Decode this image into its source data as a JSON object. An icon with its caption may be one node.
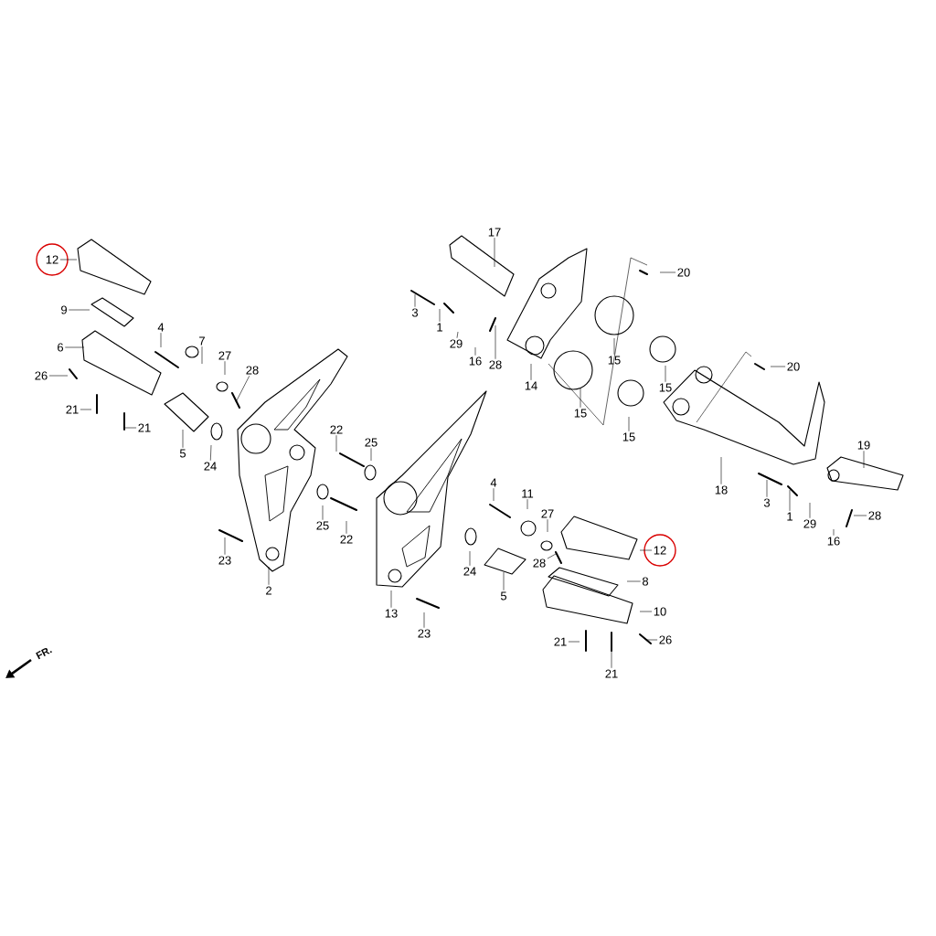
{
  "diagram": {
    "nodes": [
      {
        "text": [
          "12"
        ]
      },
      {
        "text": [
          "9"
        ]
      },
      {
        "text": [
          "6"
        ]
      },
      {
        "text": [
          "26"
        ]
      },
      {
        "text": [
          "21"
        ]
      },
      {
        "text": [
          "21"
        ]
      },
      {
        "text": [
          "4"
        ]
      },
      {
        "text": [
          "7"
        ]
      },
      {
        "text": [
          "27"
        ]
      },
      {
        "text": [
          "28"
        ]
      },
      {
        "text": [
          "5"
        ]
      },
      {
        "text": [
          "24"
        ]
      },
      {
        "text": [
          "2"
        ]
      },
      {
        "text": [
          "23"
        ]
      },
      {
        "text": [
          "22"
        ]
      },
      {
        "text": [
          "25"
        ]
      },
      {
        "text": [
          "25"
        ]
      },
      {
        "text": [
          "22"
        ]
      },
      {
        "text": [
          "17"
        ]
      },
      {
        "text": [
          "3"
        ]
      },
      {
        "text": [
          "1"
        ]
      },
      {
        "text": [
          "29"
        ]
      },
      {
        "text": [
          "16"
        ]
      },
      {
        "text": [
          "28"
        ]
      },
      {
        "text": [
          "14"
        ]
      },
      {
        "text": [
          "20"
        ]
      },
      {
        "text": [
          "15"
        ]
      },
      {
        "text": [
          "15"
        ]
      },
      {
        "text": [
          "15"
        ]
      },
      {
        "text": [
          "15"
        ]
      },
      {
        "text": [
          "20"
        ]
      },
      {
        "text": [
          "18"
        ]
      },
      {
        "text": [
          "19"
        ]
      },
      {
        "text": [
          "3"
        ]
      },
      {
        "text": [
          "1"
        ]
      },
      {
        "text": [
          "29"
        ]
      },
      {
        "text": [
          "16"
        ]
      },
      {
        "text": [
          "28"
        ]
      },
      {
        "text": [
          "4"
        ]
      },
      {
        "text": [
          "11"
        ]
      },
      {
        "text": [
          "27"
        ]
      },
      {
        "text": [
          "28"
        ]
      },
      {
        "text": [
          "12"
        ]
      },
      {
        "text": [
          "8"
        ]
      },
      {
        "text": [
          "10"
        ]
      },
      {
        "text": [
          "24"
        ]
      },
      {
        "text": [
          "5"
        ]
      },
      {
        "text": [
          "13"
        ]
      },
      {
        "text": [
          "23"
        ]
      },
      {
        "text": [
          "21"
        ]
      },
      {
        "text": [
          "21"
        ]
      },
      {
        "text": [
          "26"
        ]
      }
    ],
    "edges": [
      {
        "from": 0,
        "to": null,
        "arrow": "none"
      },
      {
        "from": 1,
        "to": null,
        "arrow": "none"
      },
      {
        "from": 2,
        "to": null,
        "arrow": "none"
      },
      {
        "from": 3,
        "to": null,
        "arrow": "none"
      },
      {
        "from": 4,
        "to": null,
        "arrow": "none"
      },
      {
        "from": 5,
        "to": null,
        "arrow": "none"
      },
      {
        "from": 6,
        "to": null,
        "arrow": "none"
      },
      {
        "from": 7,
        "to": null,
        "arrow": "none"
      },
      {
        "from": 8,
        "to": null,
        "arrow": "none"
      },
      {
        "from": 9,
        "to": null,
        "arrow": "none"
      },
      {
        "from": 10,
        "to": null,
        "arrow": "none"
      },
      {
        "from": 11,
        "to": null,
        "arrow": "none"
      },
      {
        "from": 12,
        "to": null,
        "arrow": "none"
      },
      {
        "from": 13,
        "to": null,
        "arrow": "none"
      },
      {
        "from": 14,
        "to": null,
        "arrow": "none"
      },
      {
        "from": 15,
        "to": null,
        "arrow": "none"
      },
      {
        "from": 16,
        "to": null,
        "arrow": "none"
      },
      {
        "from": 17,
        "to": null,
        "arrow": "none"
      },
      {
        "from": 18,
        "to": null,
        "arrow": "none"
      },
      {
        "from": 19,
        "to": null,
        "arrow": "none"
      },
      {
        "from": 20,
        "to": null,
        "arrow": "none"
      },
      {
        "from": 21,
        "to": null,
        "arrow": "none"
      },
      {
        "from": 22,
        "to": null,
        "arrow": "none"
      },
      {
        "from": 23,
        "to": null,
        "arrow": "none"
      },
      {
        "from": 24,
        "to": null,
        "arrow": "none"
      },
      {
        "from": 25,
        "to": null,
        "arrow": "none"
      },
      {
        "from": 26,
        "to": null,
        "arrow": "none"
      },
      {
        "from": 27,
        "to": null,
        "arrow": "none"
      },
      {
        "from": 28,
        "to": null,
        "arrow": "none"
      },
      {
        "from": 29,
        "to": null,
        "arrow": "none"
      },
      {
        "from": 30,
        "to": null,
        "arrow": "none"
      },
      {
        "from": 31,
        "to": null,
        "arrow": "none"
      },
      {
        "from": 32,
        "to": null,
        "arrow": "none"
      },
      {
        "from": 33,
        "to": null,
        "arrow": "none"
      },
      {
        "from": 34,
        "to": null,
        "arrow": "none"
      },
      {
        "from": 35,
        "to": null,
        "arrow": "none"
      },
      {
        "from": 36,
        "to": null,
        "arrow": "none"
      },
      {
        "from": 37,
        "to": null,
        "arrow": "none"
      },
      {
        "from": 38,
        "to": null,
        "arrow": "none"
      },
      {
        "from": 39,
        "to": null,
        "arrow": "none"
      },
      {
        "from": 40,
        "to": null,
        "arrow": "none"
      },
      {
        "from": 41,
        "to": null,
        "arrow": "none"
      },
      {
        "from": 42,
        "to": null,
        "arrow": "none"
      },
      {
        "from": 43,
        "to": null,
        "arrow": "none"
      },
      {
        "from": 44,
        "to": null,
        "arrow": "none"
      },
      {
        "from": 45,
        "to": null,
        "arrow": "none"
      },
      {
        "from": 46,
        "to": null,
        "arrow": "none"
      },
      {
        "from": 47,
        "to": null,
        "arrow": "none"
      },
      {
        "from": 48,
        "to": null,
        "arrow": "none"
      },
      {
        "from": 49,
        "to": null,
        "arrow": "none"
      },
      {
        "from": 50,
        "to": null,
        "arrow": "none"
      },
      {
        "from": 51,
        "to": null,
        "arrow": "none"
      }
    ],
    "labels": [
      "FR."
    ]
  }
}
